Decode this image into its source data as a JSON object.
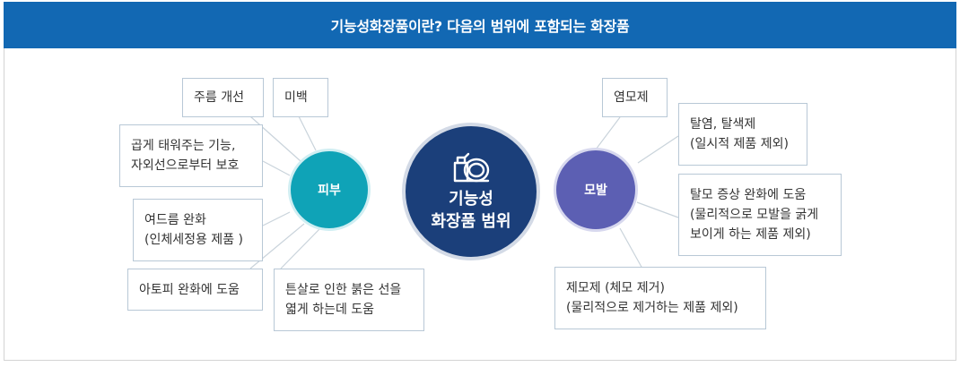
{
  "header": {
    "title": "기능성화장품이란? 다음의 범위에 포함되는 화장품"
  },
  "center": {
    "line1": "기능성",
    "line2": "화장품 범위",
    "icon": "cosmetics-jar-icon"
  },
  "skin": {
    "label": "피부",
    "items": [
      {
        "lines": [
          "주름 개선"
        ]
      },
      {
        "lines": [
          "미백"
        ]
      },
      {
        "lines": [
          "곱게 태워주는 기능,",
          "자외선으로부터 보호"
        ]
      },
      {
        "lines": [
          "여드름 완화",
          "(인체세정용 제품 )"
        ]
      },
      {
        "lines": [
          "아토피 완화에 도움"
        ]
      },
      {
        "lines": [
          "튼살로 인한 붉은 선을",
          "엷게 하는데 도움"
        ]
      }
    ]
  },
  "hair": {
    "label": "모발",
    "items": [
      {
        "lines": [
          "염모제"
        ]
      },
      {
        "lines": [
          "탈염, 탈색제",
          "(일시적 제품 제외)"
        ]
      },
      {
        "lines": [
          "탈모 증상 완화에 도움",
          "(물리적으로 모발을 굵게",
          "보이게 하는 제품 제외)"
        ]
      },
      {
        "lines": [
          "제모제 (체모 제거)",
          "(물리적으로 제거하는 제품 제외)"
        ]
      }
    ]
  },
  "colors": {
    "header": "#1268b3",
    "skin": "#0fa3b7",
    "hair": "#5c5fb3",
    "center": "#1b3f7a"
  }
}
